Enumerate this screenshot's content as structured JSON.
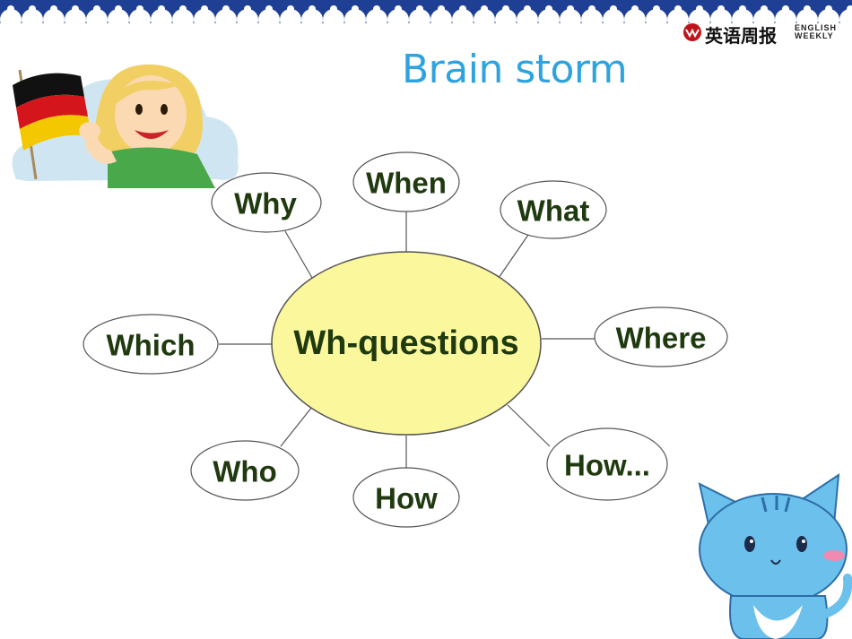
{
  "title": "Brain storm",
  "logo": {
    "cn": "英语周报",
    "en_line1": "ENGLISH",
    "en_line2": "WEEKLY"
  },
  "center": {
    "label": "Wh-questions"
  },
  "nodes": [
    {
      "id": "why",
      "label": "Why"
    },
    {
      "id": "when",
      "label": "When"
    },
    {
      "id": "what",
      "label": "What"
    },
    {
      "id": "which",
      "label": "Which"
    },
    {
      "id": "where",
      "label": "Where"
    },
    {
      "id": "who",
      "label": "Who"
    },
    {
      "id": "how",
      "label": "How"
    },
    {
      "id": "how-more",
      "label": "How..."
    }
  ],
  "colors": {
    "title": "#2ea3dd",
    "center_fill": "#fbf79c",
    "node_text": "#1f3a0f",
    "border_band": "#1f3f95"
  },
  "icons": [
    "flag-girl-illustration",
    "blue-cat-illustration",
    "brand-logo-icon"
  ]
}
